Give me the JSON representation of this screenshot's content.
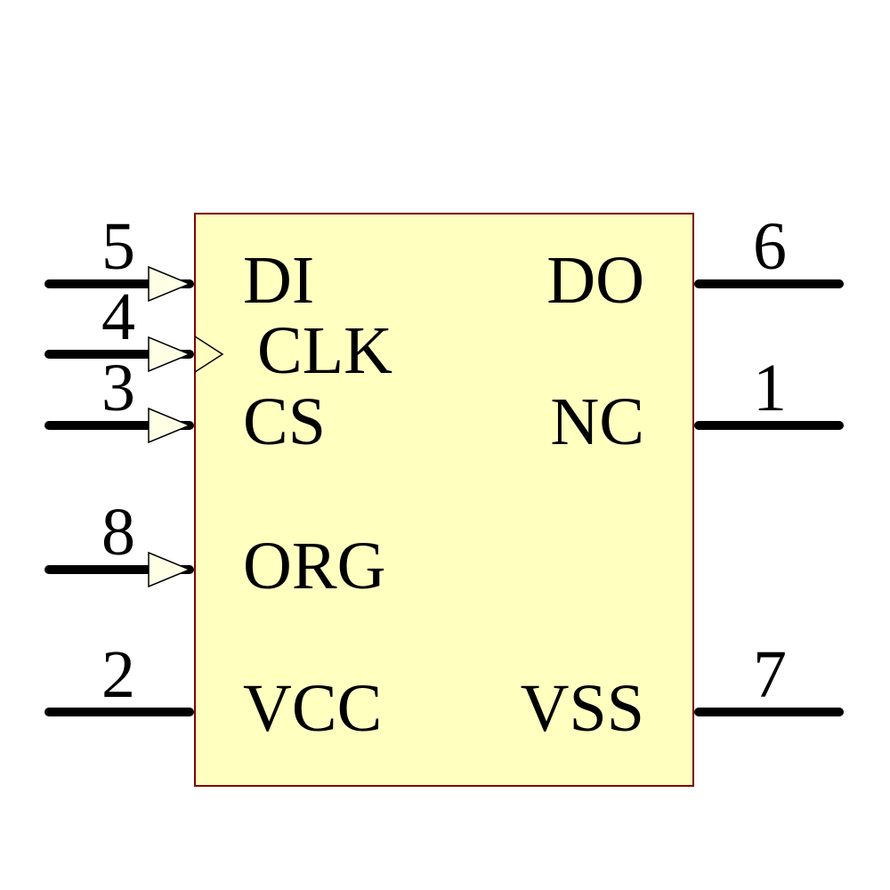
{
  "component": {
    "kind": "ic-schematic-symbol",
    "colors": {
      "body_fill": "#FFFFC0",
      "body_outline": "#7F0000",
      "wire": "#000000",
      "arrow_fill": "#FFFFE6",
      "text": "#000000",
      "background": "#FFFFFF"
    },
    "icons": {
      "input_arrow": "right-pointing filled triangle on input pins",
      "clock_edge": "right-pointing open chevron inside body on CLK pin"
    },
    "pins": {
      "left": [
        {
          "number": "5",
          "label": "DI",
          "has_arrow": true,
          "has_clock_mark": false
        },
        {
          "number": "4",
          "label": "CLK",
          "has_arrow": true,
          "has_clock_mark": true
        },
        {
          "number": "3",
          "label": "CS",
          "has_arrow": true,
          "has_clock_mark": false
        },
        {
          "number": "8",
          "label": "ORG",
          "has_arrow": true,
          "has_clock_mark": false
        },
        {
          "number": "2",
          "label": "VCC",
          "has_arrow": false,
          "has_clock_mark": false
        }
      ],
      "right": [
        {
          "number": "6",
          "label": "DO",
          "has_arrow": false,
          "has_clock_mark": false
        },
        {
          "number": "1",
          "label": "NC",
          "has_arrow": false,
          "has_clock_mark": false
        },
        {
          "number": "7",
          "label": "VSS",
          "has_arrow": false,
          "has_clock_mark": false
        }
      ]
    }
  }
}
